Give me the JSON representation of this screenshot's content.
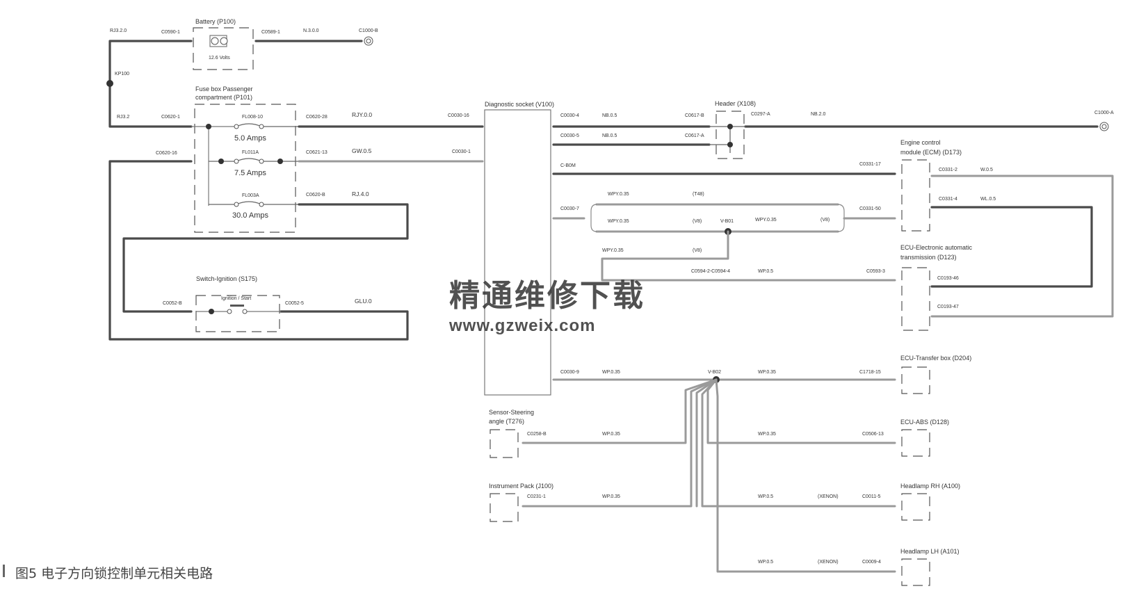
{
  "components": {
    "battery": "Battery (P100)",
    "battery_volts": "12.6 Volts",
    "fusebox": [
      "Fuse box Passenger",
      "compartment (P101)"
    ],
    "ignition": "Switch-Ignition (S175)",
    "ignition_inner": "Ignition / Start",
    "diag_socket": "Diagnostic socket (V100)",
    "header": "Header (X108)",
    "ecm": [
      "Engine control",
      "module (ECM) (D173)"
    ],
    "tcm": [
      "ECU-Electronic automatic",
      "transmission (D123)"
    ],
    "transfer": "ECU-Transfer box (D204)",
    "abs": "ECU-ABS (D128)",
    "hlrh": "Headlamp RH (A100)",
    "hllh": "Headlamp LH (A101)",
    "steering": [
      "Sensor-Steering",
      "angle (T276)"
    ],
    "ipack": "Instrument Pack (J100)"
  },
  "fuses": [
    {
      "name": "FL008-10",
      "amps": "5.0 Amps"
    },
    {
      "name": "FL011A",
      "amps": "7.5 Amps"
    },
    {
      "name": "FL003A",
      "amps": "30.0 Amps"
    }
  ],
  "wires": {
    "bat_out": "RJ3.2.0",
    "bat_gnd": "N.3.0.0",
    "fuse_in": "RJ3.2",
    "splice": "KP100",
    "f1": "RJY.0.0",
    "f2": "GW.0.5",
    "f3": "RJ.4.0",
    "ign_out": "GLU.0",
    "d4": "NB.0.5",
    "d5": "NB.0.5",
    "hdr_out": "NB.2.0",
    "can_a": "WPY.0.35",
    "can_a_tag": "(T48)",
    "can_b": "WPY.0.35",
    "can_b_tag": "(V8)",
    "can_b2": "WPY.0.35",
    "can_b2_tag": "(V8)",
    "can_c": "WPY.0.35",
    "can_c_tag": "(V8)",
    "can_d": "WP.0.5",
    "ecm1": "W.0.5",
    "ecm2": "WL.0.5",
    "bus_in": "WP.0.35",
    "bus_tr": "WP.0.35",
    "bus_abs": "WP.0.35",
    "bus_sa": "WP.0.35",
    "bus_ip": "WP.0.35",
    "bus_rh": "WP.0.5",
    "bus_rh_tag": "(XENON)",
    "bus_lh": "WP.0.5",
    "bus_lh_tag": "(XENON)",
    "node1": "V-B01",
    "node2": "V-B02",
    "diag_extra": "C-B0M"
  },
  "connectors": {
    "c_bat1": "C0590-1",
    "c_bat2": "C0589-1",
    "c_grd1": "C1000-B",
    "c_fb_in": "C0620-1",
    "c_fb_out": "C0620-16",
    "c_f1": "C0620-28",
    "c_f2": "C0621-13",
    "c_f3": "C0620-B",
    "c_ign_l": "C0052-B",
    "c_ign_r": "C0052-5",
    "c_ds16": "C0030-16",
    "c_ds1": "C0030-1",
    "c_ds4": "C0030-4",
    "c_ds5": "C0030-5",
    "c_ds7": "C0030-7",
    "c_ds9": "C0030-9",
    "c_h1": "C0617-B",
    "c_h2": "C0617-A",
    "c_h3": "C0297-A",
    "c_grd2": "C1000-A",
    "c_ecm1": "C0331-17",
    "c_ecm_can": "C0331-50",
    "c_ecm2": "C0331-2",
    "c_ecm3": "C0331-4",
    "c_tcm1": "C0593-3",
    "c_tcm2": "C0193-46",
    "c_tcm3": "C0193-47",
    "c_mid": "C0594-2-C0594-4",
    "c_tr": "C1718-15",
    "c_abs": "C0506-13",
    "c_sa": "C0258-B",
    "c_ip": "C0231-1",
    "c_rh": "C0011-5",
    "c_lh": "C0009-4"
  },
  "watermark": {
    "cn": "精通维修下载",
    "url": "www.gzweix.com"
  },
  "caption": "图5   电子方向锁控制单元相关电路"
}
